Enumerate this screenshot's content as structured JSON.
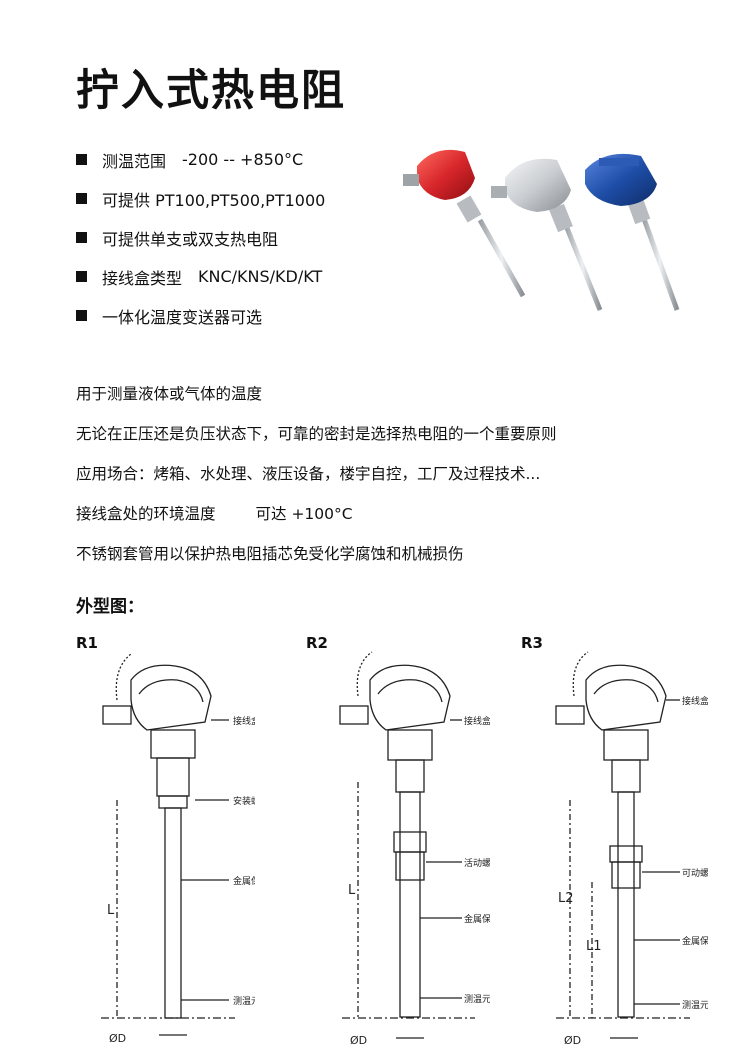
{
  "title": "拧入式热电阻",
  "features": [
    {
      "label": "测温范围",
      "value": "-200 -- +850°C"
    },
    {
      "label": "可提供 PT100,PT500,PT1000",
      "value": ""
    },
    {
      "label": "可提供单支或双支热电阻",
      "value": ""
    },
    {
      "label": "接线盒类型",
      "value": "KNC/KNS/KD/KT"
    },
    {
      "label": "一体化温度变送器可选",
      "value": ""
    }
  ],
  "description": [
    {
      "text": "用于测量液体或气体的温度",
      "value": ""
    },
    {
      "text": "无论在正压还是负压状态下，可靠的密封是选择热电阻的一个重要原则",
      "value": ""
    },
    {
      "text": "应用场合：烤箱、水处理、液压设备，楼宇自控，工厂及过程技术...",
      "value": ""
    },
    {
      "text": "接线盒处的环境温度",
      "value": "可达 +100°C"
    },
    {
      "text": "不锈钢套管用以保护热电阻插芯免受化学腐蚀和机械损伤",
      "value": ""
    }
  ],
  "outline_title": "外型图：",
  "drawings": [
    {
      "id": "R1",
      "labels": [
        "接线盒",
        "安装螺牙",
        "金属保护管",
        "测温元件"
      ],
      "dims": [
        "L",
        "ØD"
      ]
    },
    {
      "id": "R2",
      "labels": [
        "接线盒",
        "活动螺牙",
        "金属保护管",
        "测温元件"
      ],
      "dims": [
        "L",
        "ØD"
      ]
    },
    {
      "id": "R3",
      "labels": [
        "接线盒",
        "可动螺牙",
        "金属保护管",
        "测温元件"
      ],
      "dims": [
        "L2",
        "L1",
        "ØD"
      ]
    }
  ],
  "colors": {
    "head_red": "#d7262b",
    "head_silver": "#c9cdd1",
    "head_blue": "#1e4ea8"
  }
}
